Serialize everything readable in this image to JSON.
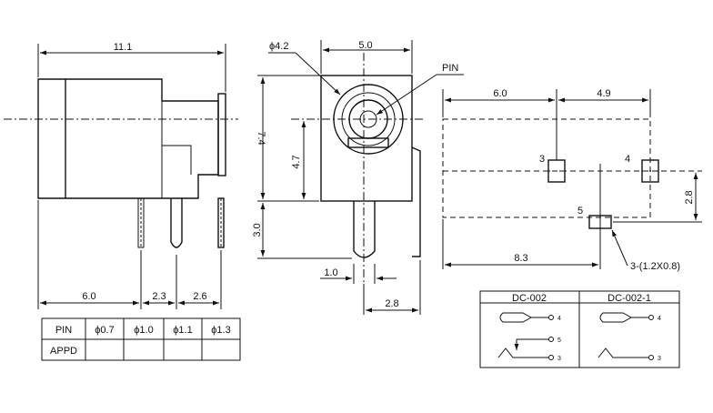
{
  "side_view": {
    "overall_length": "11.1",
    "seg1": "6.0",
    "seg2": "2.3",
    "seg3": "2.6"
  },
  "front_view": {
    "phi_label": "ϕ4.2",
    "width": "5.0",
    "pin_label": "PIN",
    "height_total": "7.4",
    "center_height": "4.7",
    "pin_length": "3.0",
    "pin_thickness": "1.0",
    "pin_offset": "2.8"
  },
  "pcb_layout": {
    "dim_left": "6.0",
    "dim_right": "4.9",
    "pad3": "3",
    "pad4": "4",
    "pad5": "5",
    "dim_vertical": "2.8",
    "dim_bottom": "8.3",
    "slot_note": "3-(1.2X0.8)"
  },
  "pin_table": {
    "header": "PIN",
    "row2_label": "APPD",
    "columns": [
      "ϕ0.7",
      "ϕ1.0",
      "ϕ1.1",
      "ϕ1.3"
    ]
  },
  "models": {
    "left_title": "DC-002",
    "right_title": "DC-002-1",
    "left_pins": [
      "4",
      "5",
      "3"
    ],
    "right_pins": [
      "4",
      "3"
    ]
  }
}
